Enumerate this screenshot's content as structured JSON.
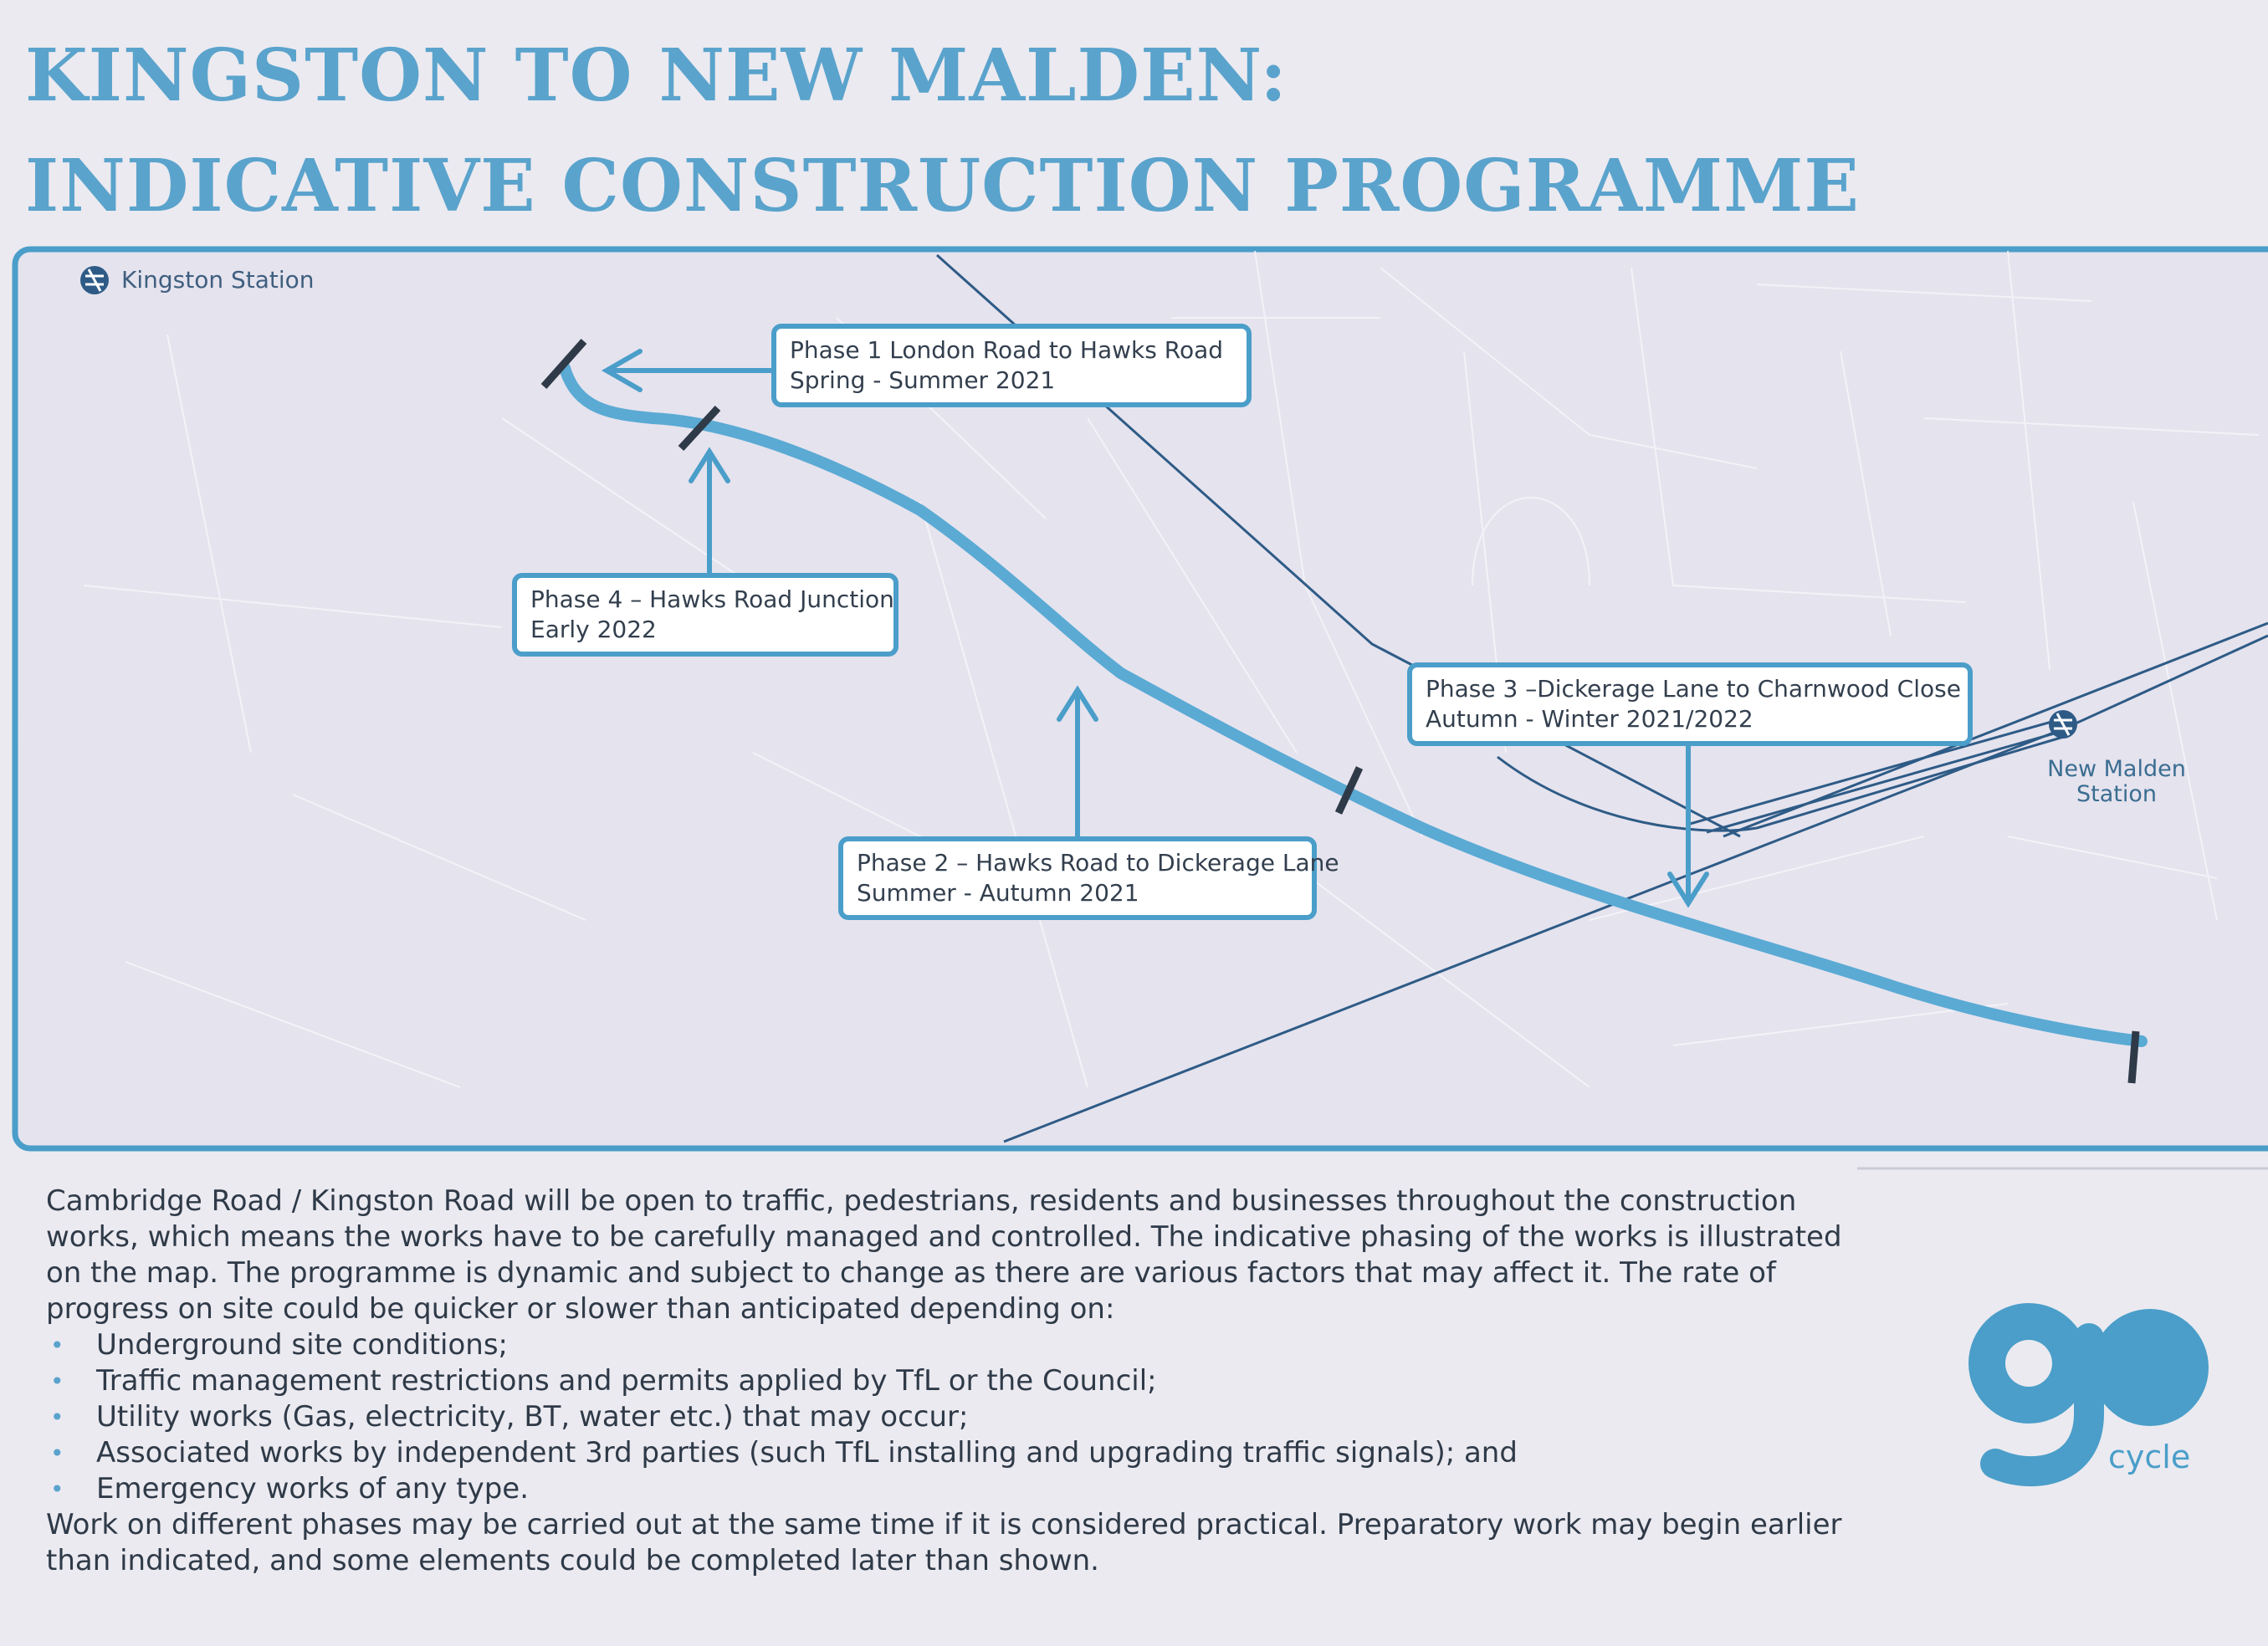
{
  "title": {
    "line1": "KINGSTON TO NEW MALDEN:",
    "line2": "INDICATIVE CONSTRUCTION PROGRAMME"
  },
  "map": {
    "stations": {
      "kingston": "Kingston Station",
      "new_malden_line1": "New Malden",
      "new_malden_line2": "Station"
    },
    "phases": [
      {
        "name": "Phase 1 London Road to Hawks Road",
        "period": "Spring - Summer 2021"
      },
      {
        "name": "Phase 2 – Hawks Road to Dickerage Lane",
        "period": "Summer - Autumn 2021"
      },
      {
        "name": "Phase 3 –Dickerage Lane to Charnwood Close",
        "period": "Autumn - Winter 2021/2022"
      },
      {
        "name": "Phase 4 – Hawks Road Junction",
        "period": "Early 2022"
      }
    ],
    "colors": {
      "route": "#5aaad4",
      "frame": "#4a9ec9",
      "rail": "#2e5b86",
      "marker": "#2f3a48"
    }
  },
  "body": {
    "intro": "Cambridge Road / Kingston Road will be open to traffic, pedestrians, residents and businesses throughout the construction works, which means the works have to be carefully managed and controlled. The indicative phasing of the works is illustrated on the map. The programme is dynamic and subject to change as there are various factors that may affect it. The rate of progress on site could be quicker or slower than anticipated depending on:",
    "factors": [
      "Underground site conditions;",
      "Traffic management restrictions and permits applied by TfL or the Council;",
      "Utility works (Gas, electricity, BT, water etc.) that may occur;",
      "Associated works by independent 3rd parties (such TfL installing and upgrading traffic signals); and",
      "Emergency works of any type."
    ],
    "closing": "Work on different phases may be carried out at the same time if it is considered practical. Preparatory work may begin earlier than indicated, and some elements could be completed later than shown."
  },
  "logo": {
    "word": "go",
    "tagline": "cycle"
  }
}
